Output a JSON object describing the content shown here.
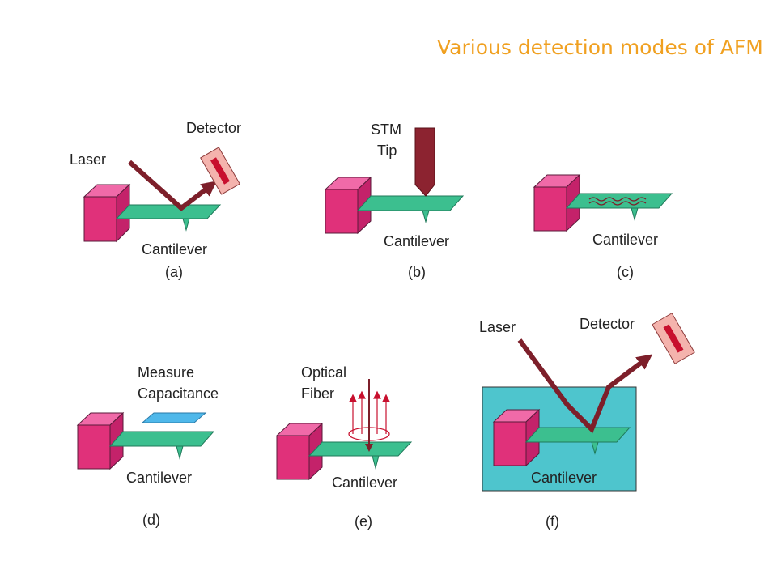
{
  "title": "Various detection modes of AFM",
  "colors": {
    "title": "#f0a020",
    "block": "#e0317a",
    "cantilever": "#3cbf8f",
    "laser": "#7d1f2a",
    "detector": "#f4b3ad",
    "liquid": "#4ec5cd",
    "capacitor": "#4fb8ea"
  },
  "panels": {
    "a": {
      "id": "(a)",
      "laser": "Laser",
      "detector": "Detector",
      "cantilever": "Cantilever"
    },
    "b": {
      "id": "(b)",
      "stm_line1": "STM",
      "stm_line2": "Tip",
      "cantilever": "Cantilever"
    },
    "c": {
      "id": "(c)",
      "cantilever": "Cantilever"
    },
    "d": {
      "id": "(d)",
      "measure_line1": "Measure",
      "measure_line2": "Capacitance",
      "cantilever": "Cantilever"
    },
    "e": {
      "id": "(e)",
      "optical_line1": "Optical",
      "optical_line2": "Fiber",
      "cantilever": "Cantilever"
    },
    "f": {
      "id": "(f)",
      "laser": "Laser",
      "detector": "Detector",
      "cantilever": "Cantilever"
    }
  }
}
